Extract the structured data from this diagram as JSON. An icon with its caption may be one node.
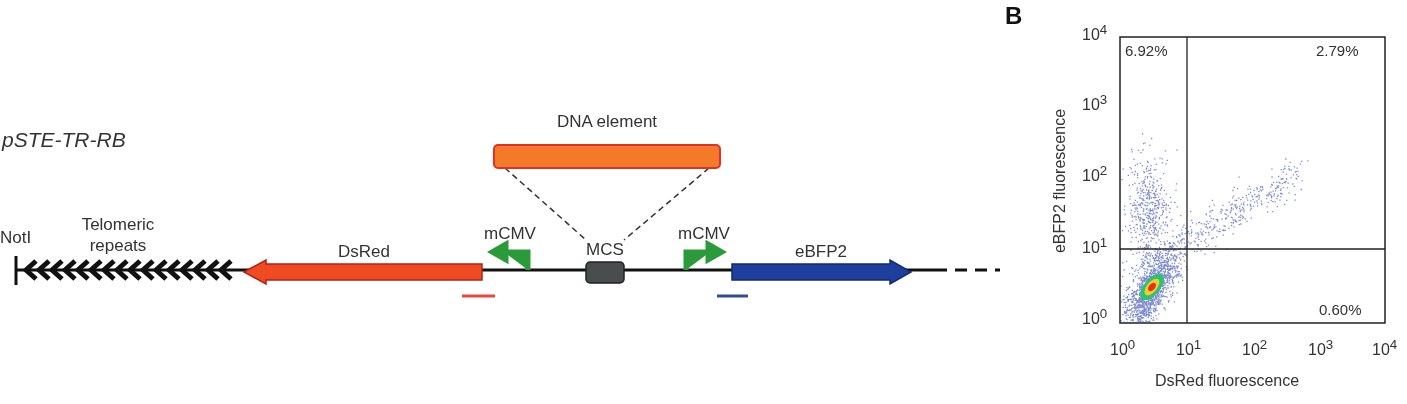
{
  "diagram": {
    "nodes": [
      {
        "text": [
          "DNA element"
        ]
      },
      {
        "text": [
          "MCS"
        ]
      },
      {
        "text": [
          "DsRed"
        ]
      },
      {
        "text": [
          "mCMV"
        ]
      },
      {
        "text": [
          "mCMV"
        ]
      },
      {
        "text": [
          "eBFP2"
        ]
      }
    ],
    "edges": [
      {
        "from": 0,
        "to": 1,
        "arrow": "none",
        "style": "dashed"
      },
      {
        "from": 0,
        "to": 1,
        "arrow": "none",
        "style": "dashed"
      }
    ],
    "labels": [
      "B",
      "pSTE-TR-RB",
      "NotI",
      "Telomeric repeats",
      "10$^{4}$",
      "6.92%",
      "2.79%",
      "10$^{3}$",
      "10$^{2}$",
      "10$^{1}$",
      "10$^{0}$",
      "0.60%",
      "10$^{0}$",
      "10$^{1}$",
      "10$^{2}$",
      "10$^{3}$",
      "10$^{4}$",
      "eBFP2 fluorescence",
      "DsRed fluorescence"
    ]
  }
}
